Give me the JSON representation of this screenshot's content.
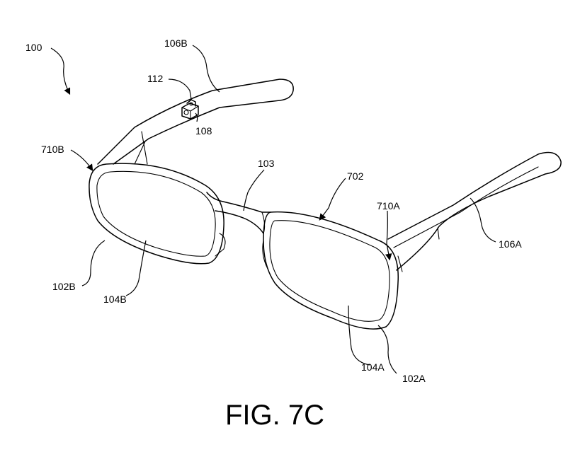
{
  "figure": {
    "caption": "FIG. 7C",
    "labels": {
      "ref_100": "100",
      "ref_106B": "106B",
      "ref_112": "112",
      "ref_108": "108",
      "ref_710B": "710B",
      "ref_103": "103",
      "ref_702": "702",
      "ref_710A": "710A",
      "ref_106A": "106A",
      "ref_102B": "102B",
      "ref_104B": "104B",
      "ref_104A": "104A",
      "ref_102A": "102A"
    }
  }
}
